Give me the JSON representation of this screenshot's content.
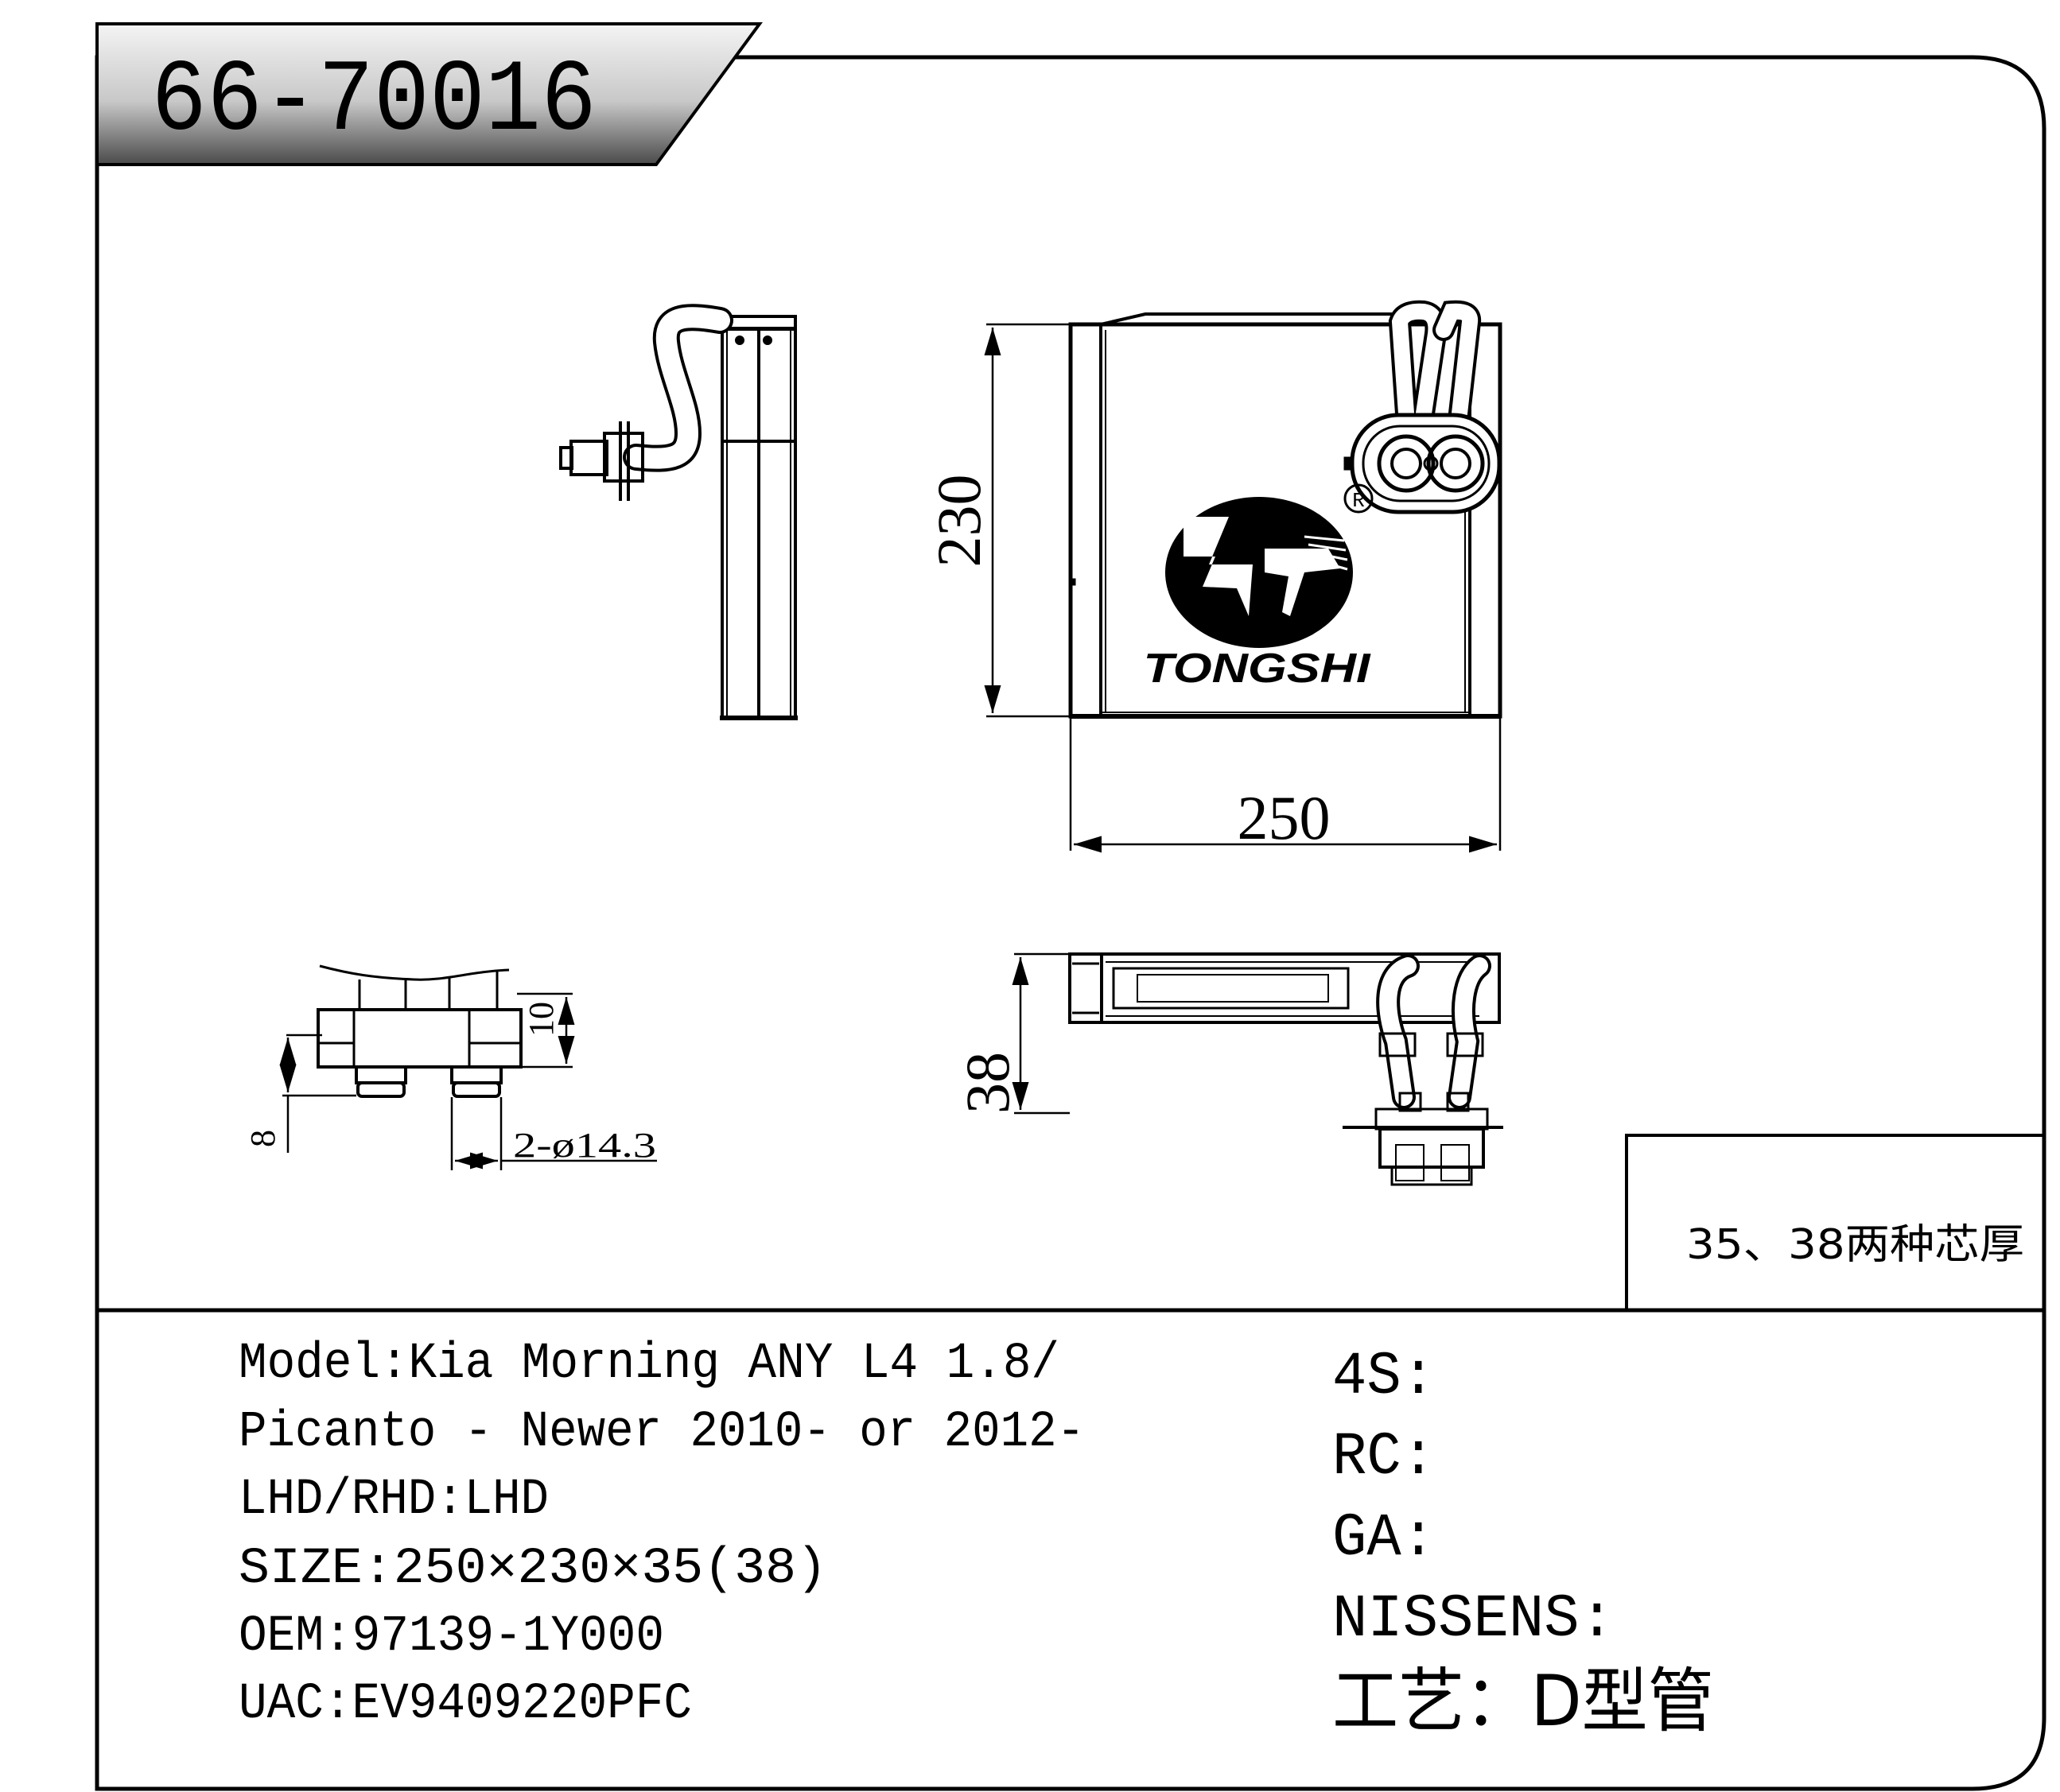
{
  "part_number": "66-70016",
  "dimensions": {
    "height": "230",
    "width": "250",
    "thickness": "38",
    "flange_height": "10",
    "flange_offset": "8",
    "pipe_diameter": "2-ø14.3"
  },
  "logo": {
    "brand": "TONGSHI",
    "registered_mark": "R"
  },
  "note": "35、38两种芯厚",
  "specs": {
    "model_line1": "Model:Kia Morning ANY L4 1.8/",
    "model_line2": "Picanto - Newer 2010- or 2012-",
    "lhd_rhd": "LHD/RHD:LHD",
    "size": "SIZE:250×230×35(38)",
    "oem": "OEM:97139-1Y000",
    "uac": "UAC:EV9409220PFC"
  },
  "cross_refs": {
    "s4": "4S:",
    "rc": "RC:",
    "ga": "GA:",
    "nissens": "NISSENS:",
    "process": "工艺：D型管"
  }
}
